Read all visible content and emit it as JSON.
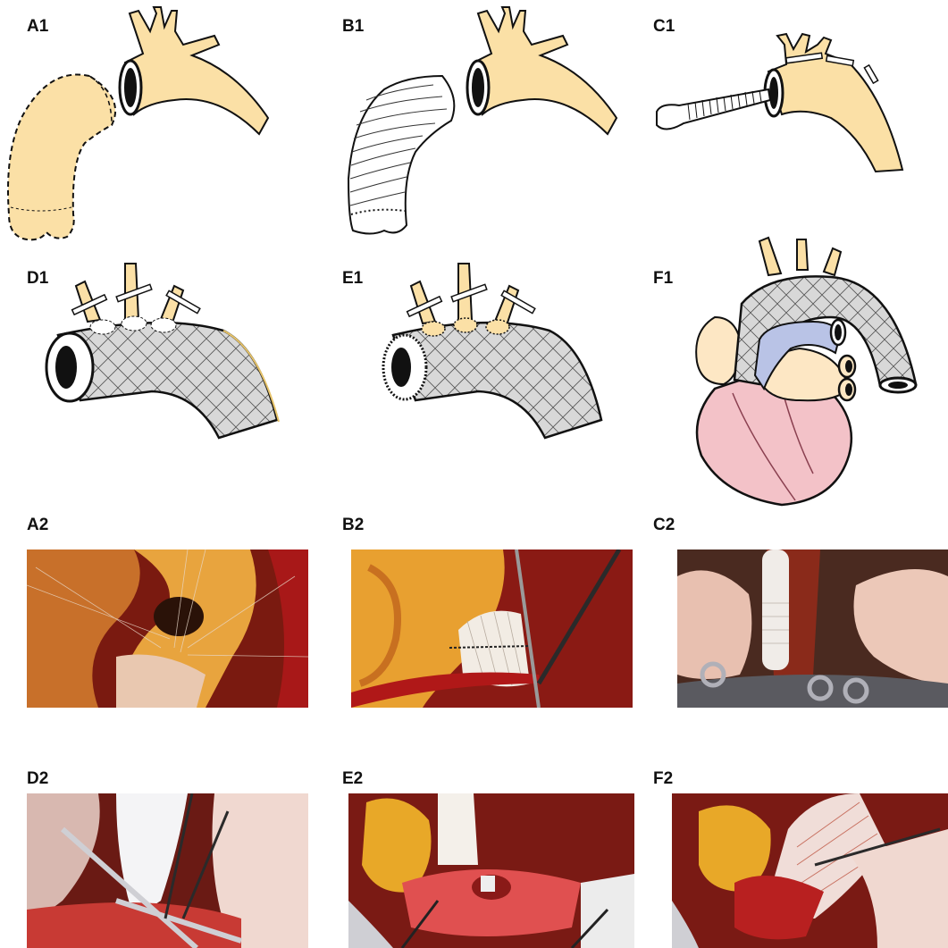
{
  "figure": {
    "drawings": [
      {
        "id": "a1",
        "label": "A1"
      },
      {
        "id": "b1",
        "label": "B1"
      },
      {
        "id": "c1",
        "label": "C1"
      },
      {
        "id": "d1",
        "label": "D1"
      },
      {
        "id": "e1",
        "label": "E1"
      },
      {
        "id": "f1",
        "label": "F1"
      }
    ],
    "photos": [
      {
        "id": "a2",
        "label": "A2"
      },
      {
        "id": "b2",
        "label": "B2"
      },
      {
        "id": "c2",
        "label": "C2"
      },
      {
        "id": "d2",
        "label": "D2"
      },
      {
        "id": "e2",
        "label": "E2"
      },
      {
        "id": "f2",
        "label": "F2"
      }
    ]
  },
  "colors": {
    "aorta_fill": "#fbe0a6",
    "graft_fill": "#d8d8d8",
    "heart_fill": "#f3c2c8",
    "atrium_fill": "#fde7c4",
    "pulmonary_fill": "#b9c3e6",
    "outline": "#111111",
    "photo_tissue": "#8e1414",
    "photo_fat": "#e7a93c"
  }
}
